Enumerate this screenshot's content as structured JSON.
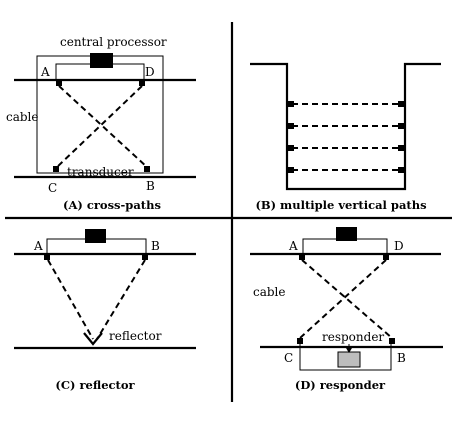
{
  "panels": {
    "a": {
      "caption": "(A) cross-paths",
      "processor_label": "central processor",
      "cable_label": "cable",
      "transducer_label": "transducer",
      "node_a": "A",
      "node_b": "B",
      "node_c": "C",
      "node_d": "D"
    },
    "b": {
      "caption": "(B) multiple vertical paths"
    },
    "c": {
      "caption": "(C) reflector",
      "reflector_label": "reflector",
      "node_a": "A",
      "node_b": "B"
    },
    "d": {
      "caption": "(D) responder",
      "cable_label": "cable",
      "responder_label": "responder",
      "node_a": "A",
      "node_b": "B",
      "node_c": "C",
      "node_d": "D"
    }
  },
  "colors": {
    "ink": "#000000",
    "responder_fill": "#bdbdbd",
    "background": "#ffffff"
  }
}
